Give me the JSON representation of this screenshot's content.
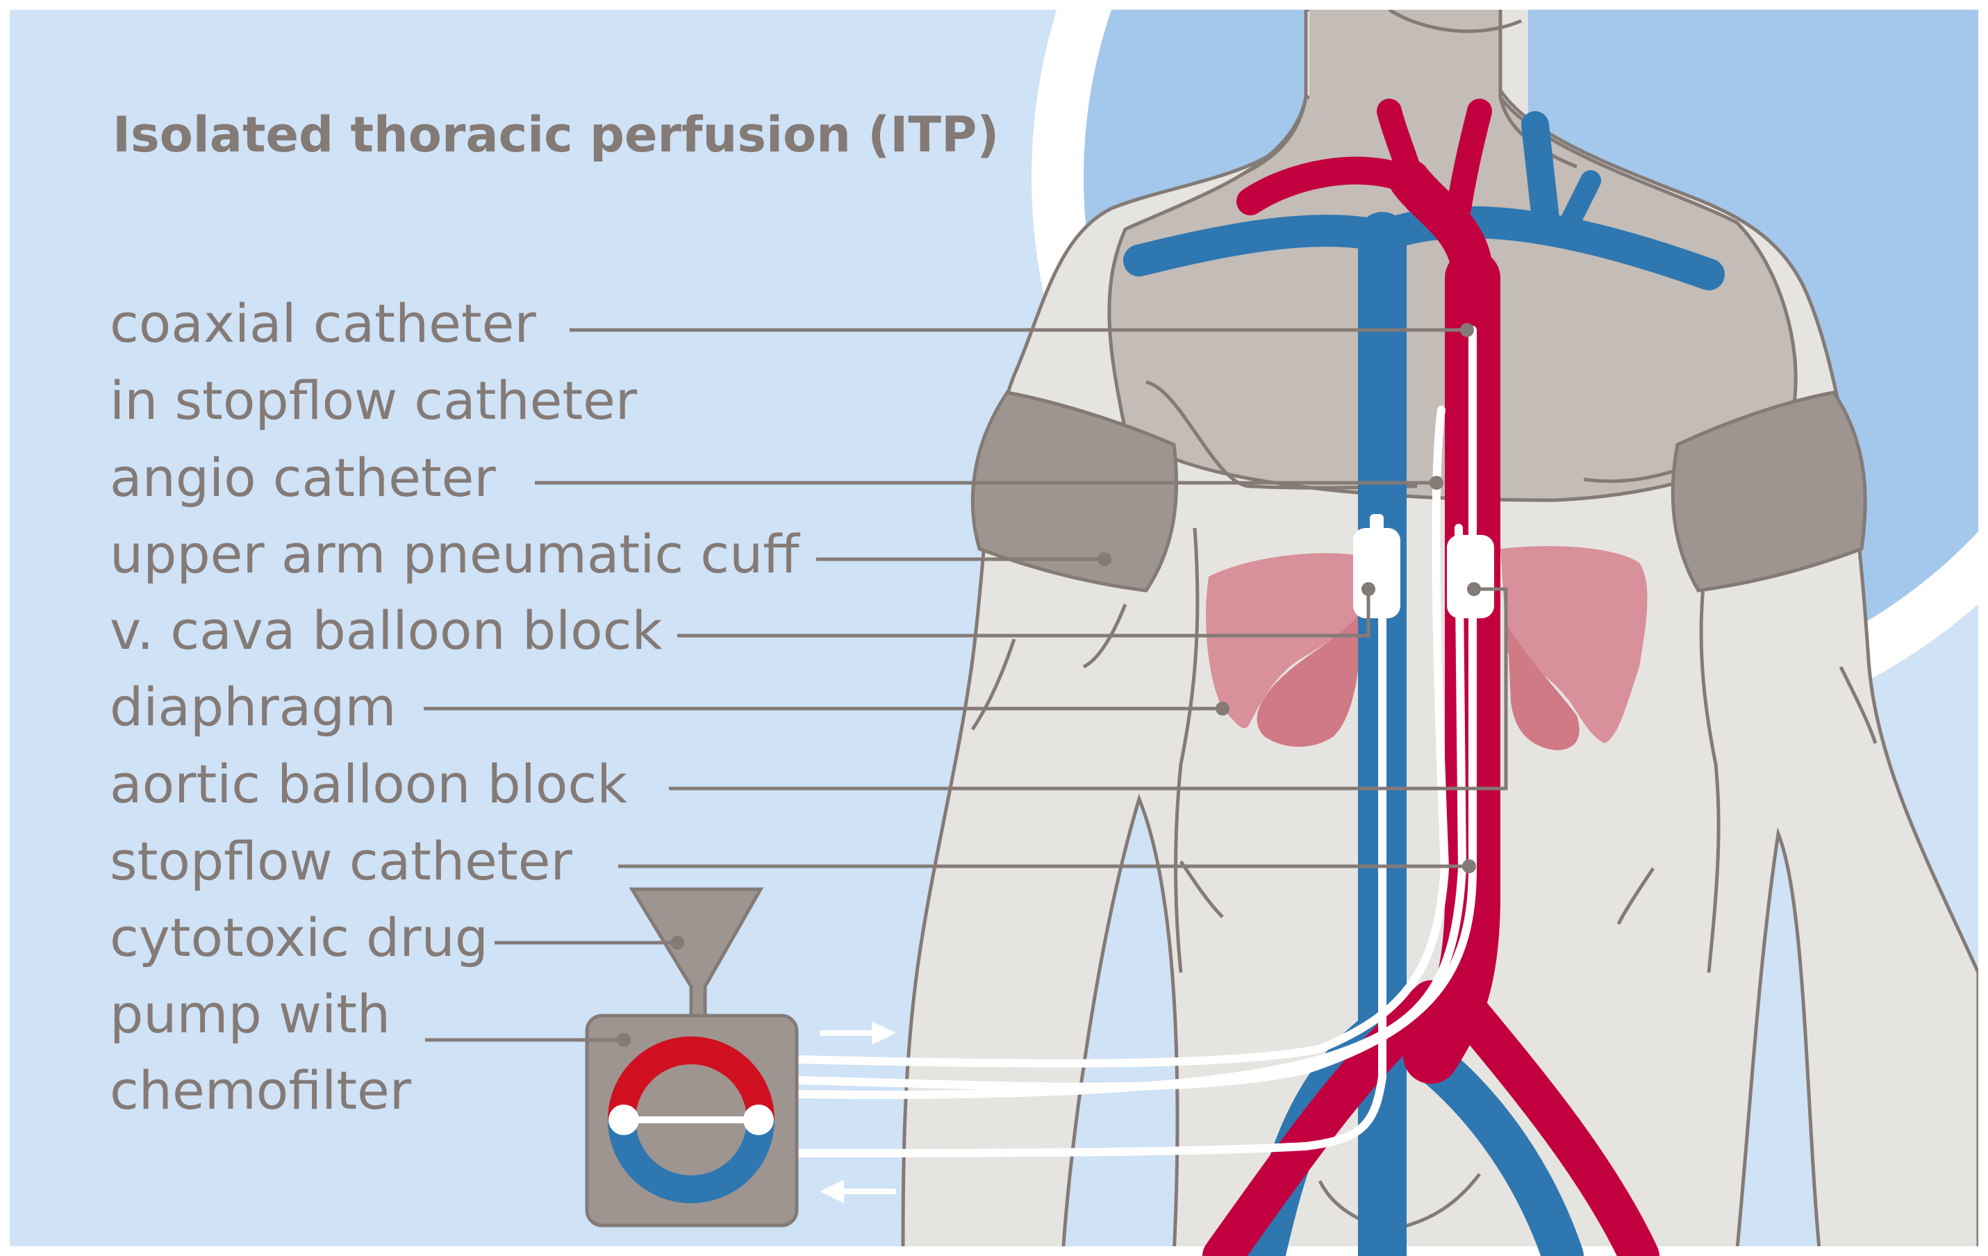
{
  "title": "Isolated thoracic perfusion (ITP)",
  "labels": {
    "coaxial_catheter": "coaxial catheter",
    "in_stopflow_catheter": "in stopflow catheter",
    "angio_catheter": "angio catheter",
    "cuff": "upper arm pneumatic cuff",
    "vcava_balloon": "v. cava balloon block",
    "diaphragm": "diaphragm",
    "aortic_balloon": "aortic balloon block",
    "stopflow_catheter": "stopflow catheter",
    "cytotoxic_drug": "cytotoxic drug",
    "pump_line1": "pump with",
    "pump_line2": "chemofilter"
  },
  "colors": {
    "background": "#cfe2f6",
    "thorax_circle": "#a3c8ec",
    "body": "#e6e4e0",
    "body_outline": "#847a76",
    "chest_shade": "#c3bcb7",
    "cuff": "#9e9590",
    "artery": "#c3003f",
    "vein": "#2f77b0",
    "lung": "#d8909a",
    "catheter": "#ffffff",
    "leader_line": "#847a76"
  }
}
